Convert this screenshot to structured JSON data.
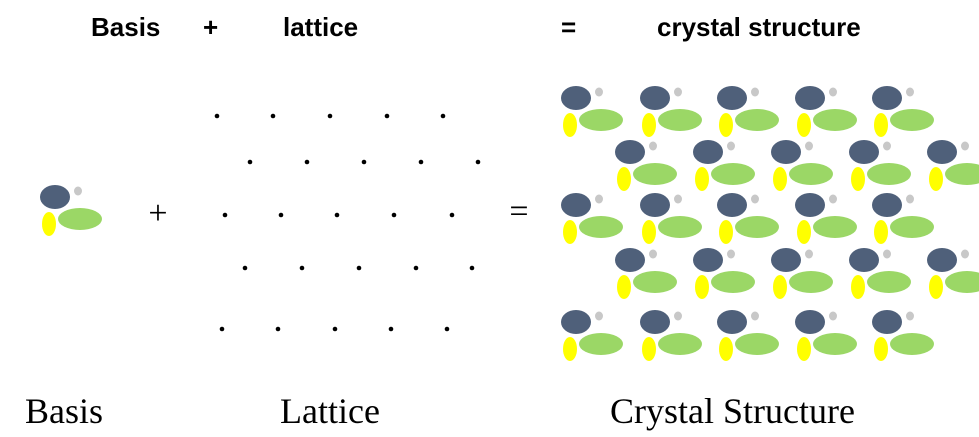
{
  "header": {
    "basis": "Basis",
    "plus": "+",
    "lattice": "lattice",
    "equals": "=",
    "crystal": "crystal structure"
  },
  "operators": {
    "plus": "+",
    "equals": "="
  },
  "captions": {
    "basis": "Basis",
    "lattice": "Lattice",
    "crystal": "Crystal Structure"
  },
  "colors": {
    "dark_ellipse": "#4f607a",
    "small_dot": "#c8c8c8",
    "green_ellipse": "#9bd766",
    "yellow_ellipse": "#ffff00",
    "lattice_point": "#000000"
  }
}
